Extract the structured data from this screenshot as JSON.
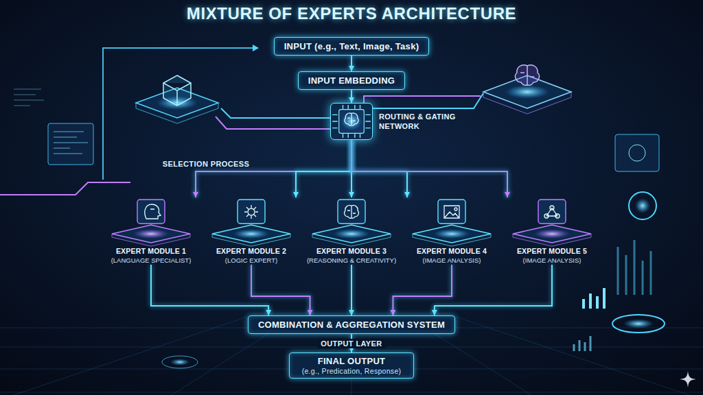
{
  "diagram": {
    "title": "MIXTURE OF EXPERTS ARCHITECTURE",
    "nodes": [
      {
        "text": [
          "INPUT (e.g., Text, Image, Task)"
        ]
      },
      {
        "text": [
          "INPUT EMBEDDING"
        ]
      },
      {
        "text": [
          "ROUTING & GATING NETWORK"
        ]
      },
      {
        "text": [
          "EXPERT MODULE 1",
          "(LANGUAGE SPECIALIST)"
        ]
      },
      {
        "text": [
          "EXPERT MODULE 2",
          "(LOGIC EXPERT)"
        ]
      },
      {
        "text": [
          "EXPERT MODULE 3",
          "(REASONING & CREATIVITY)"
        ]
      },
      {
        "text": [
          "EXPERT MODULE 4",
          "(IMAGE ANALYSIS)"
        ]
      },
      {
        "text": [
          "EXPERT MODULE 5",
          "(IMAGE ANALYSIS)"
        ]
      },
      {
        "text": [
          "COMBINATION & AGGREGATION SYSTEM"
        ]
      },
      {
        "text": [
          "FINAL OUTPUT",
          "(e.g., Predication, Response)"
        ]
      }
    ],
    "edges": [
      {
        "from": 0,
        "to": 1,
        "arrow": "to"
      },
      {
        "from": 1,
        "to": 2,
        "arrow": "to"
      },
      {
        "from": 2,
        "to": 3,
        "arrow": "to"
      },
      {
        "from": 2,
        "to": 4,
        "arrow": "to"
      },
      {
        "from": 2,
        "to": 5,
        "arrow": "to"
      },
      {
        "from": 2,
        "to": 6,
        "arrow": "to"
      },
      {
        "from": 2,
        "to": 7,
        "arrow": "to"
      },
      {
        "from": 3,
        "to": 8,
        "arrow": "to"
      },
      {
        "from": 4,
        "to": 8,
        "arrow": "to"
      },
      {
        "from": 5,
        "to": 8,
        "arrow": "to"
      },
      {
        "from": 6,
        "to": 8,
        "arrow": "to"
      },
      {
        "from": 7,
        "to": 8,
        "arrow": "to"
      },
      {
        "from": 8,
        "to": 9,
        "arrow": "to"
      }
    ],
    "labels": [
      "SELECTION PROCESS",
      "OUTPUT LAYER"
    ]
  }
}
